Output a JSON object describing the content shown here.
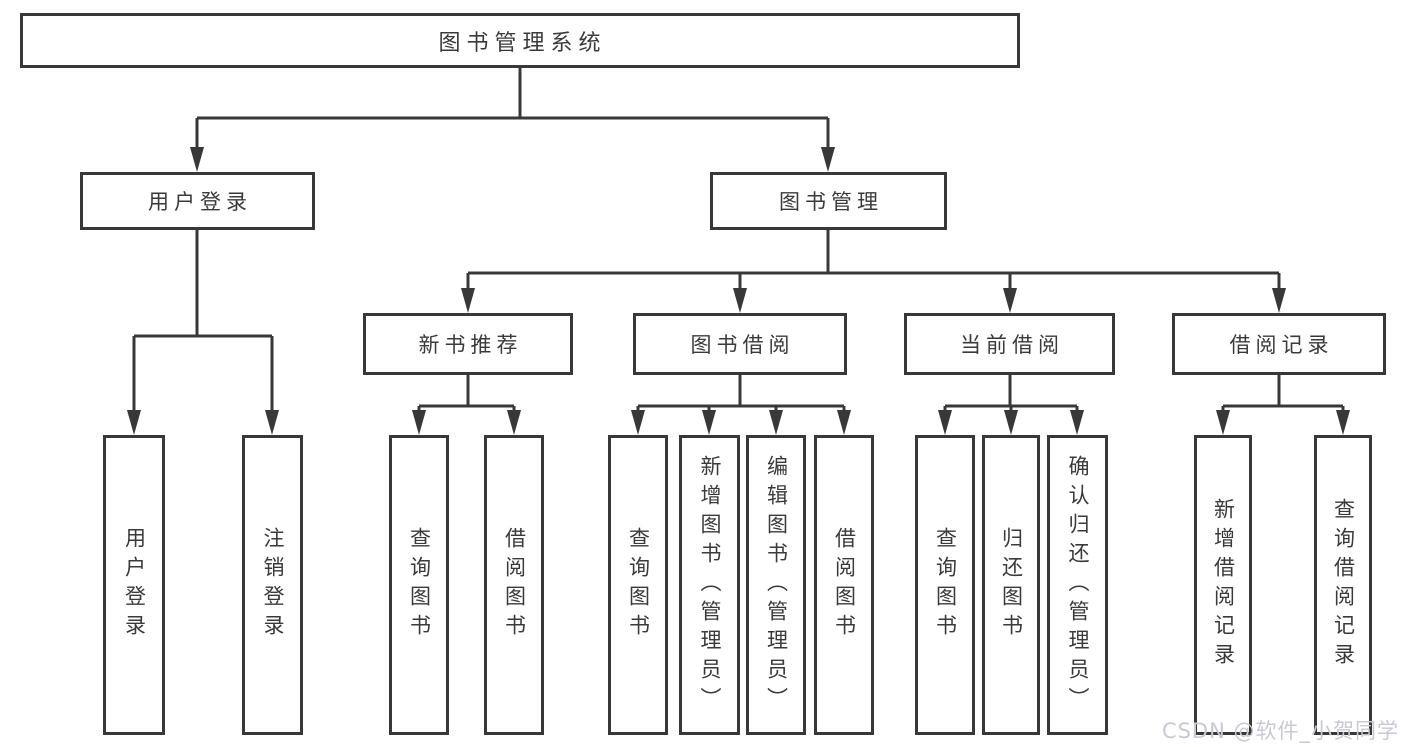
{
  "colors": {
    "line": "#383838",
    "box_border": "#383838",
    "box_background": "#ffffff",
    "text": "#3a3a3a",
    "watermark": "#c8c9d3"
  },
  "watermark": {
    "text": "CSDN @软件_小贺同学"
  },
  "tree": {
    "root": {
      "label": "图书管理系统"
    },
    "children": [
      {
        "label": "用户登录",
        "children": [
          {
            "label": "用户登录"
          },
          {
            "label": "注销登录"
          }
        ]
      },
      {
        "label": "图书管理",
        "children": [
          {
            "label": "新书推荐",
            "children": [
              {
                "label": "查询图书"
              },
              {
                "label": "借阅图书"
              }
            ]
          },
          {
            "label": "图书借阅",
            "children": [
              {
                "label": "查询图书"
              },
              {
                "label": "新增图书（管理员）"
              },
              {
                "label": "编辑图书（管理员）"
              },
              {
                "label": "借阅图书"
              }
            ]
          },
          {
            "label": "当前借阅",
            "children": [
              {
                "label": "查询图书"
              },
              {
                "label": "归还图书"
              },
              {
                "label": "确认归还（管理员）"
              }
            ]
          },
          {
            "label": "借阅记录",
            "children": [
              {
                "label": "新增借阅记录"
              },
              {
                "label": "查询借阅记录"
              }
            ]
          }
        ]
      }
    ]
  }
}
